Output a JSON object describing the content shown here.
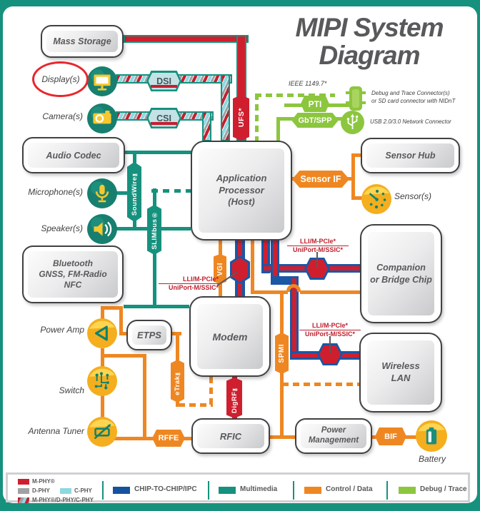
{
  "title": {
    "text": "MIPI System\nDiagram"
  },
  "nodes": {
    "mass_storage": "Mass Storage",
    "audio_codec": "Audio Codec",
    "bluetooth": "Bluetooth\nGNSS, FM-Radio\nNFC",
    "etps": "ETPS",
    "modem": "Modem",
    "rfic": "RFIC",
    "power_management": "Power\nManagement",
    "app_processor": "Application\nProcessor\n(Host)",
    "sensor_hub": "Sensor Hub",
    "companion": "Companion\nor Bridge Chip",
    "wireless_lan": "Wireless\nLAN"
  },
  "peripherals": {
    "displays": "Display(s)",
    "cameras": "Camera(s)",
    "microphones": "Microphone(s)",
    "speakers": "Speaker(s)",
    "power_amp": "Power Amp",
    "switch": "Switch",
    "antenna_tuner": "Antenna Tuner",
    "sensors": "Sensor(s)",
    "battery": "Battery"
  },
  "ports": {
    "dsi": "DSI",
    "csi": "CSI",
    "ufs": "UFS*",
    "pti": "PTI",
    "gbt_spp": "GbT/SPP",
    "sensor_if": "Sensor IF",
    "soundwire": "SoundWire℠",
    "slimbus": "SLIMbus®",
    "vgi": "VGI",
    "spmi": "SPMI",
    "etrak": "eTrak℠",
    "digrf": "DigRF℠",
    "rffe": "RFFE",
    "bif": "BIF"
  },
  "bus_labels": {
    "lli": "LLI/M-PCIe*",
    "uniport": "UniPort-M/SSIC*"
  },
  "annotations": {
    "ieee": "IEEE 1149.7*",
    "debug_connector": "Debug and Trace Connector(s)\nor SD card connector with NIDnT",
    "usb_connector": "USB 2.0/3.0 Network Connector"
  },
  "legend": {
    "m_phy": "M-PHY®",
    "d_phy": "D-PHY",
    "c_phy": "C-PHY",
    "combo": "M-PHY®/D-PHY/C-PHY",
    "chip_to_chip": "CHIP-TO-CHIP/IPC",
    "multimedia": "Multimedia",
    "control_data": "Control / Data",
    "debug_trace": "Debug / Trace"
  },
  "colors": {
    "teal": "#16917e",
    "orange": "#ee8722",
    "red": "#cf1f2f",
    "green": "#8cc63e",
    "blue": "#1a57a5",
    "cyan": "#8ed8e2",
    "gray": "#9fa1a4",
    "yellow": "#fbc62d",
    "text_gray": "#58595b"
  }
}
